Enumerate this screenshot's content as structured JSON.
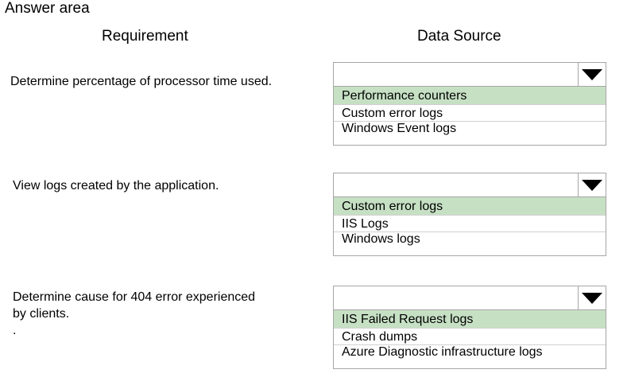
{
  "title": "Answer area",
  "headers": {
    "requirement": "Requirement",
    "data_source": "Data Source"
  },
  "rows": [
    {
      "requirement": "Determine percentage of processor time used.",
      "options": [
        "Performance counters",
        "Custom error logs",
        "Windows Event logs"
      ],
      "selected_index": 0
    },
    {
      "requirement": "View logs created by the application.",
      "options": [
        "Custom error logs",
        "IIS Logs",
        "Windows logs"
      ],
      "selected_index": 0
    },
    {
      "requirement_lines": [
        "Determine cause for 404 error experienced",
        "by clients.",
        "."
      ],
      "options": [
        "IIS Failed Request logs",
        "Crash dumps",
        "Azure Diagnostic infrastructure logs"
      ],
      "selected_index": 0
    }
  ],
  "colors": {
    "selected_bg": "#c6e0c4",
    "border": "#a6a6a6"
  },
  "icons": {
    "dropdown": "caret-down-icon"
  }
}
